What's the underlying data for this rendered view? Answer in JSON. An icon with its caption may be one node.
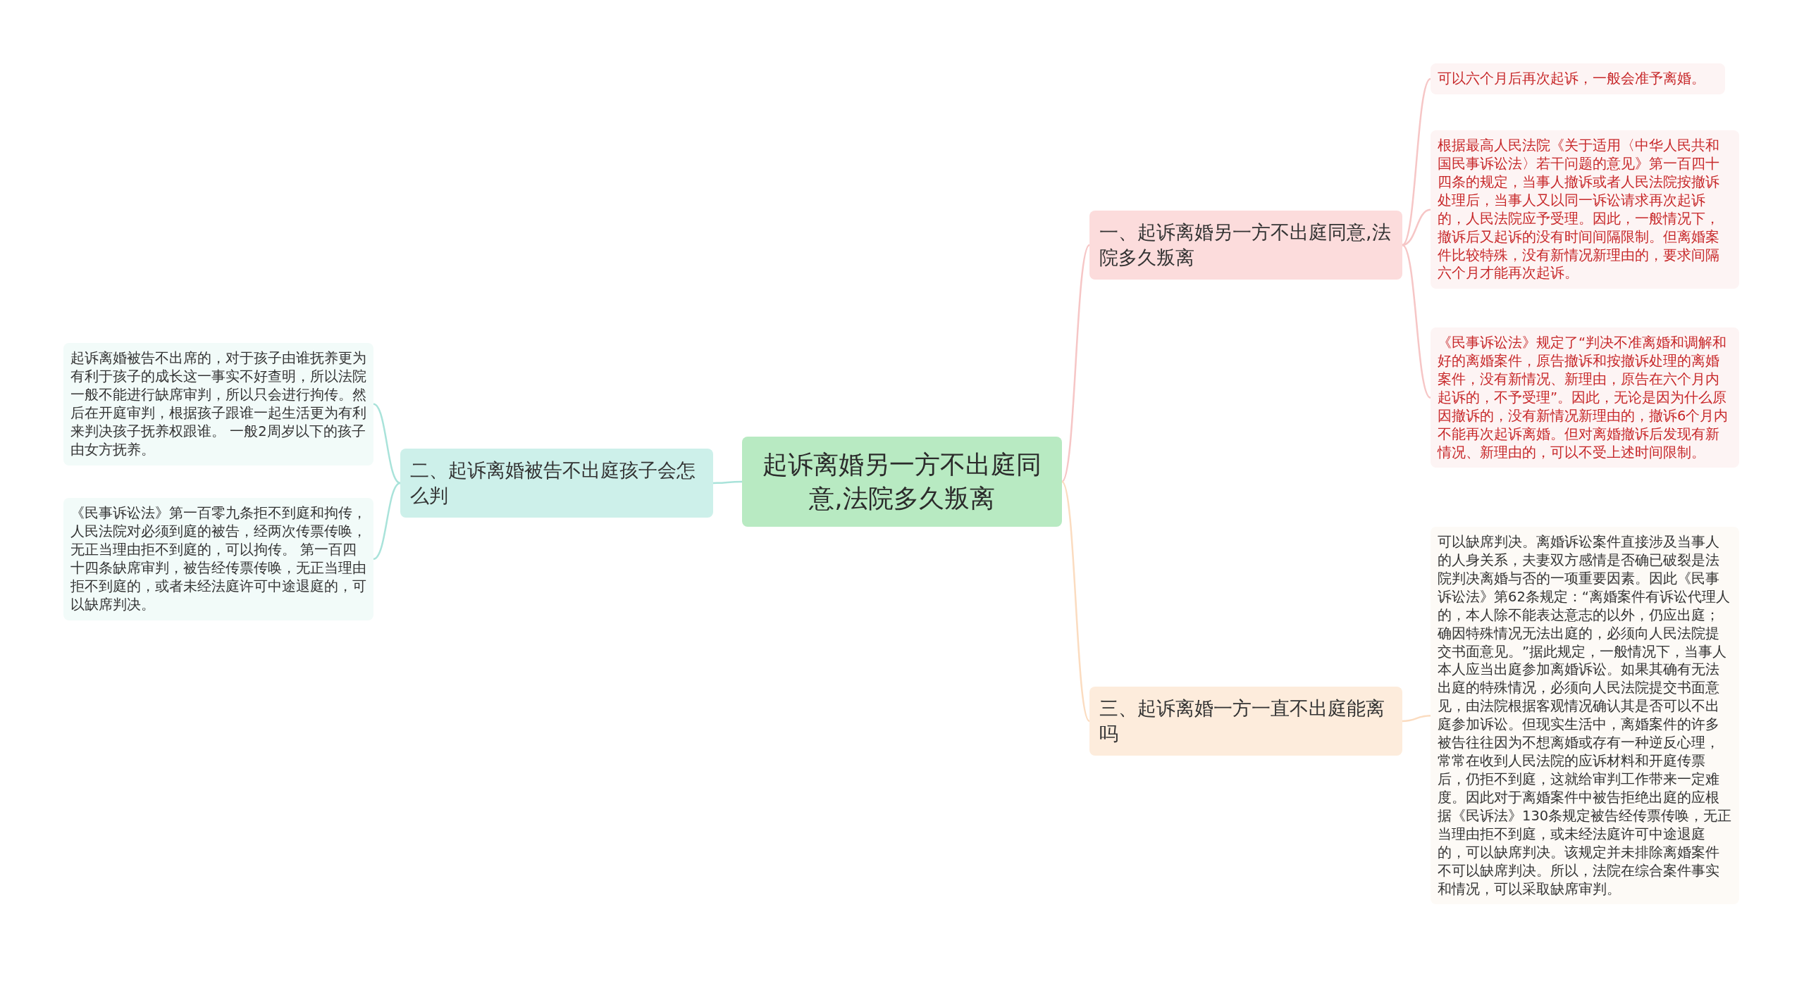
{
  "diagram": {
    "nodes": [
      {
        "text": [
          "起诉离婚另一方不出庭同意,法院多久叛离"
        ]
      },
      {
        "text": [
          "一、起诉离婚另一方不出庭同意,法院多久叛离"
        ]
      },
      {
        "text": [
          "可以六个月后再次起诉，一般会准予离婚。"
        ]
      },
      {
        "text": [
          "根据最高人民法院《关于适用〈中华人民共和国民事诉讼法〉若干问题的意见》第一百四十四条的规定，当事人撤诉或者人民法院按撤诉处理后，当事人又以同一诉讼请求再次起诉的，人民法院应予受理。因此，一般情况下，撤诉后又起诉的没有时间间隔限制。但离婚案件比较特殊，没有新情况新理由的，要求间隔六个月才能再次起诉。"
        ]
      },
      {
        "text": [
          "《民事诉讼法》规定了“判决不准离婚和调解和好的离婚案件，原告撤诉和按撤诉处理的离婚案件，没有新情况、新理由，原告在六个月内起诉的，不予受理”。因此，无论是因为什么原因撤诉的，没有新情况新理由的，撤诉6个月内不能再次起诉离婚。但对离婚撤诉后发现有新情况、新理由的，可以不受上述时间限制。"
        ]
      },
      {
        "text": [
          "三、起诉离婚一方一直不出庭能离吗"
        ]
      },
      {
        "text": [
          "可以缺席判决。离婚诉讼案件直接涉及当事人的人身关系，夫妻双方感情是否确已破裂是法院判决离婚与否的一项重要因素。因此《民事诉讼法》第62条规定：“离婚案件有诉讼代理人的，本人除不能表达意志的以外，仍应出庭；确因特殊情况无法出庭的，必须向人民法院提交书面意见。”据此规定，一般情况下，当事人本人应当出庭参加离婚诉讼。如果其确有无法出庭的特殊情况，必须向人民法院提交书面意见，由法院根据客观情况确认其是否可以不出庭参加诉讼。但现实生活中，离婚案件的许多被告往往因为不想离婚或存有一种逆反心理，常常在收到人民法院的应诉材料和开庭传票后，仍拒不到庭，这就给审判工作带来一定难度。因此对于离婚案件中被告拒绝出庭的应根据《民诉法》130条规定被告经传票传唤，无正当理由拒不到庭，或未经法庭许可中途退庭的，可以缺席判决。该规定并未排除离婚案件不可以缺席判决。所以，法院在综合案件事实和情况，可以采取缺席审判。"
        ]
      },
      {
        "text": [
          "二、起诉离婚被告不出庭孩子会怎么判"
        ]
      },
      {
        "text": [
          "起诉离婚被告不出席的，对于孩子由谁抚养更为有利于孩子的成长这一事实不好查明，所以法院一般不能进行缺席审判，所以只会进行拘传。然后在开庭审判，根据孩子跟谁一起生活更为有利来判决孩子抚养权跟谁。 一般2周岁以下的孩子由女方抚养。"
        ]
      },
      {
        "text": [
          "《民事诉讼法》第一百零九条拒不到庭和拘传，人民法院对必须到庭的被告，经两次传票传唤，无正当理由拒不到庭的，可以拘传。 第一百四十四条缺席审判，被告经传票传唤，无正当理由拒不到庭的，或者未经法庭许可中途退庭的，可以缺席判决。"
        ]
      }
    ],
    "edges": [
      {
        "from": 0,
        "to": 1,
        "arrow": "none"
      },
      {
        "from": 1,
        "to": 2,
        "arrow": "none"
      },
      {
        "from": 1,
        "to": 3,
        "arrow": "none"
      },
      {
        "from": 1,
        "to": 4,
        "arrow": "none"
      },
      {
        "from": 0,
        "to": 5,
        "arrow": "none",
        "color": "#fbdcc0"
      },
      {
        "from": 5,
        "to": 6,
        "arrow": "none",
        "color": "#fbdcc0"
      },
      {
        "from": 0,
        "to": 7,
        "arrow": "none",
        "color": "#a9e3da"
      },
      {
        "from": 7,
        "to": 8,
        "arrow": "none",
        "color": "#a9e3da"
      },
      {
        "from": 7,
        "to": 9,
        "arrow": "none",
        "color": "#a9e3da"
      }
    ]
  }
}
